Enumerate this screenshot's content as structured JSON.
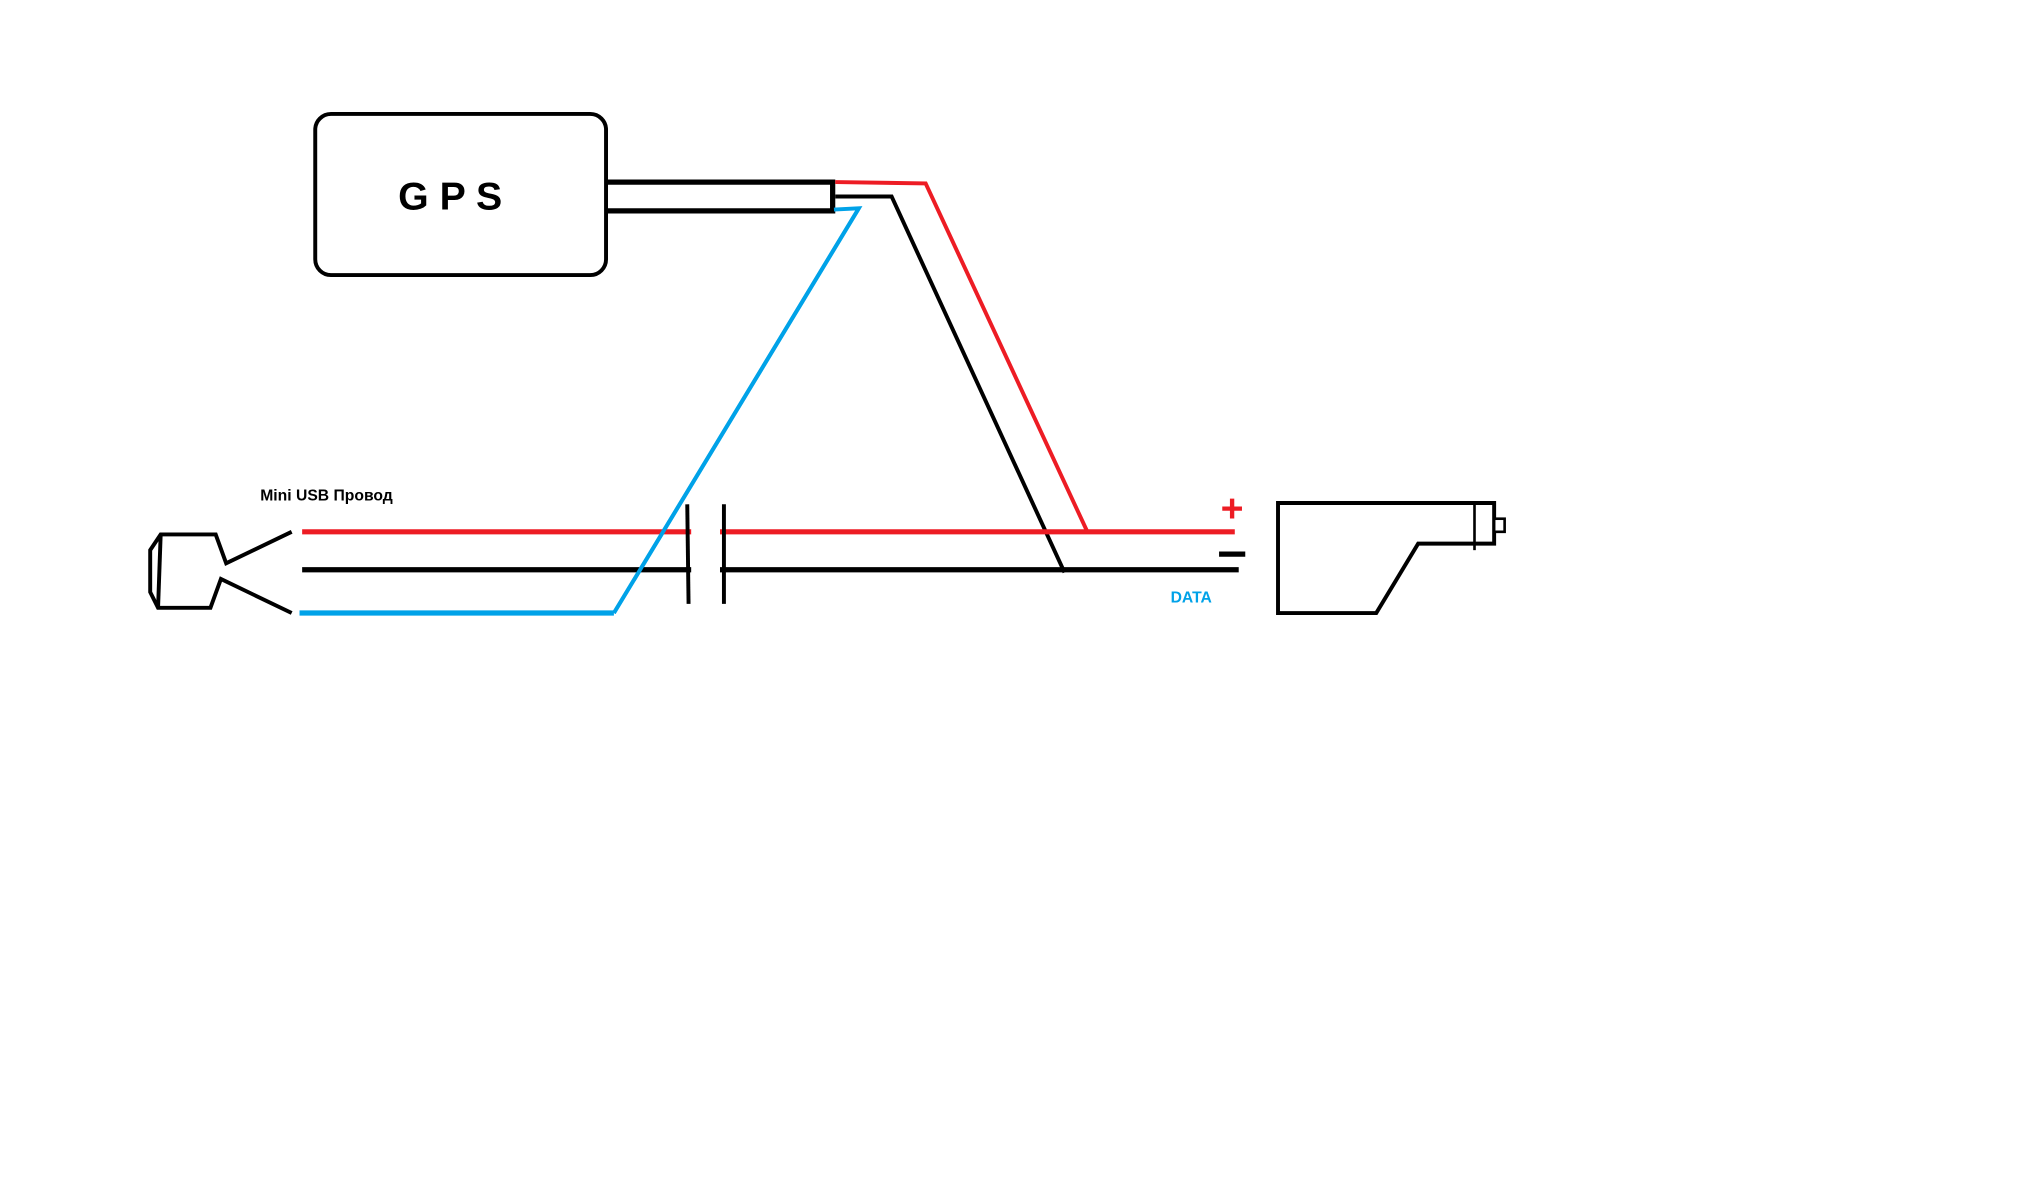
{
  "gps_label": "G P S",
  "usb_label": "Mini USB Провод",
  "plus_label": "+",
  "data_label": "DATA",
  "colors": {
    "power": "#ed1c24",
    "ground": "#000000",
    "data": "#00a2e8"
  }
}
